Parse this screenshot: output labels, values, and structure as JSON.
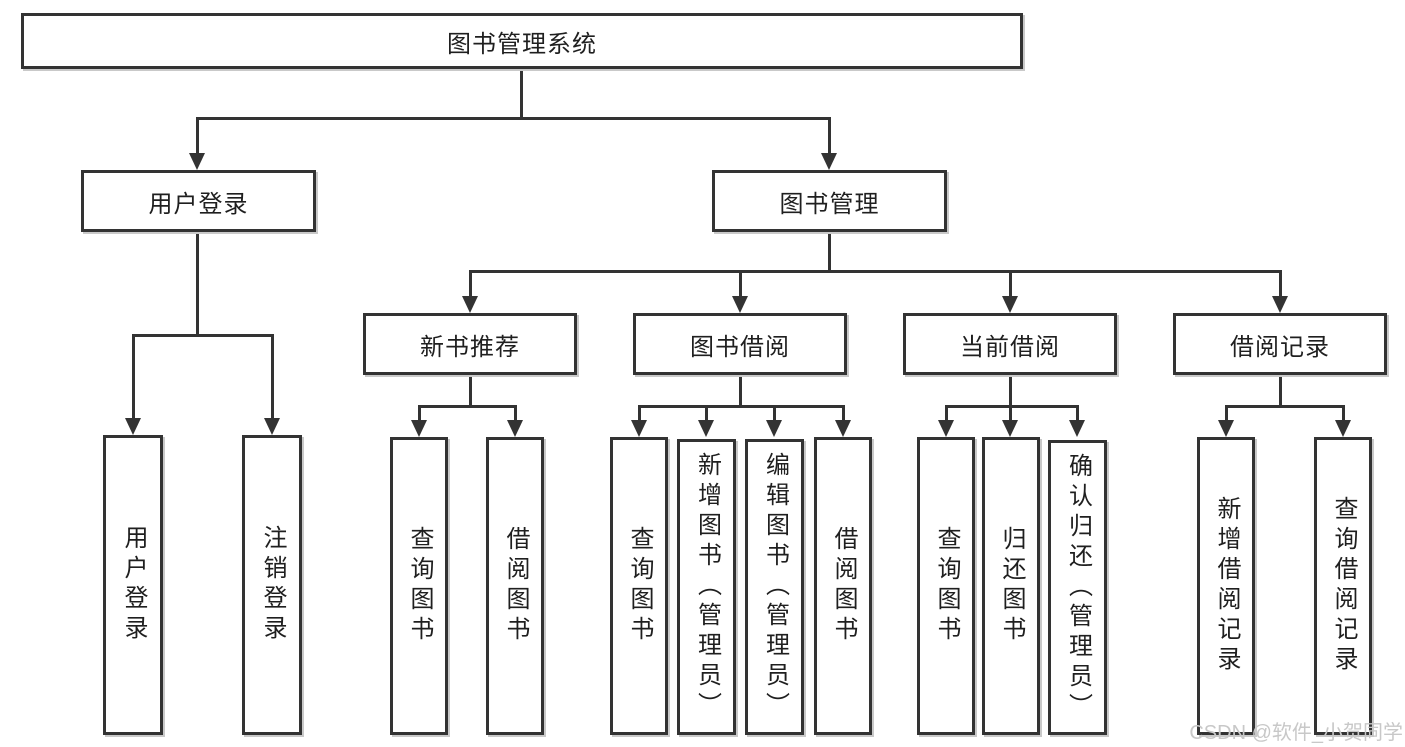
{
  "tree": {
    "label": "图书管理系统",
    "children": [
      {
        "label": "用户登录",
        "children": [
          {
            "label": "用户登录"
          },
          {
            "label": "注销登录"
          }
        ]
      },
      {
        "label": "图书管理",
        "children": [
          {
            "label": "新书推荐",
            "children": [
              {
                "label": "查询图书"
              },
              {
                "label": "借阅图书"
              }
            ]
          },
          {
            "label": "图书借阅",
            "children": [
              {
                "label": "查询图书"
              },
              {
                "label": "新增图书（管理员）"
              },
              {
                "label": "编辑图书（管理员）"
              },
              {
                "label": "借阅图书"
              }
            ]
          },
          {
            "label": "当前借阅",
            "children": [
              {
                "label": "查询图书"
              },
              {
                "label": "归还图书"
              },
              {
                "label": "确认归还（管理员）"
              }
            ]
          },
          {
            "label": "借阅记录",
            "children": [
              {
                "label": "新增借阅记录"
              },
              {
                "label": "查询借阅记录"
              }
            ]
          }
        ]
      }
    ]
  },
  "watermark": "CSDN @软件_小贺同学",
  "colors": {
    "line": "#333333",
    "box_border": "#333333",
    "box_fill": "#ffffff",
    "text": "#1f1f1f",
    "box_shadow": "#c9c9c9",
    "watermark": "#c8c8c8",
    "background": "#ffffff"
  }
}
